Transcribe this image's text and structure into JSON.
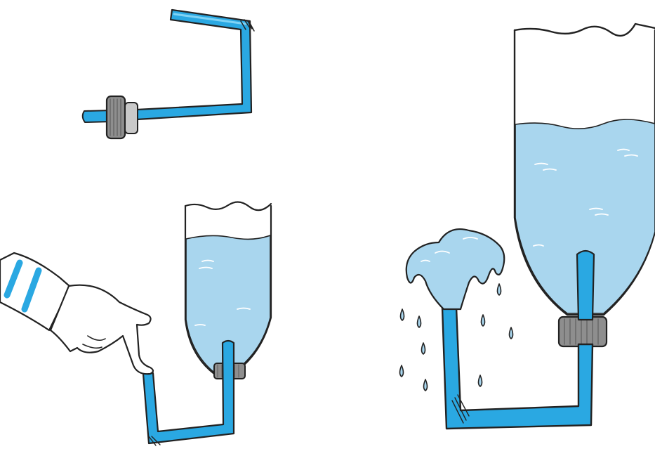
{
  "colors": {
    "background": "#ffffff",
    "outline": "#222222",
    "tube": "#2aa8e2",
    "tube_highlight": "#7fd3f5",
    "water": "#a9d6ee",
    "water_ripple": "#ffffff",
    "cap": "#8e8e8e",
    "cap_light": "#c9c9c9",
    "sleeve_stripe": "#2aa8e2",
    "skin": "#ffffff"
  },
  "panels": [
    {
      "id": "tube-with-cap",
      "items": [
        "bent-tube",
        "bottle-cap"
      ]
    },
    {
      "id": "finger-closing-tube",
      "items": [
        "hand",
        "sleeve",
        "bottle",
        "water",
        "bent-tube",
        "bottle-cap"
      ],
      "water_level": 0.78
    },
    {
      "id": "fountain",
      "items": [
        "bottle",
        "water",
        "bent-tube",
        "bottle-cap",
        "fountain-spray",
        "droplets"
      ],
      "water_level": 0.8
    }
  ]
}
